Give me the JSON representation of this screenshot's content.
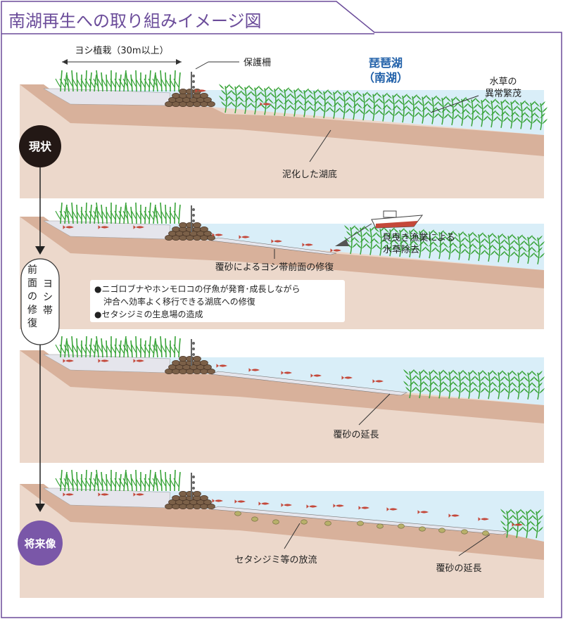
{
  "title": "南湖再生への取り組みイメージ図",
  "colors": {
    "accent": "#6b4c9a",
    "water": "#d9eef8",
    "soil": "#ecd8cb",
    "bank": "#d8b19b",
    "sand": "#e5e5ec",
    "plant": "#3aa43a",
    "fish": "#c4483a",
    "stone": "#7b6048",
    "lake_label": "#1f5fa8"
  },
  "lake_name": {
    "line1": "琵琶湖",
    "line2": "（南湖）"
  },
  "panel1": {
    "reed_planting": "ヨシ植栽（30m以上）",
    "fence": "保護柵",
    "weeds_line1": "水草の",
    "weeds_line2": "異常繁茂",
    "mud": "泥化した湖底"
  },
  "panel2": {
    "removal_line1": "貝曳き漁業による",
    "removal_line2": "水草除去",
    "sand_repair": "覆砂によるヨシ帯前面の修復",
    "note_line1": "●ニゴロブナやホンモロコの仔魚が発育･成長しながら",
    "note_line2": "沖合へ効率よく移行できる湖底への修復",
    "note_line3": "●セタシジミの生息場の造成"
  },
  "panel3": {
    "sand_extend": "覆砂の延長"
  },
  "panel4": {
    "clam_release": "セタシジミ等の放流",
    "sand_extend": "覆砂の延長"
  },
  "timeline": {
    "current": "現状",
    "middle": [
      "前",
      "面",
      "の",
      "修",
      "復"
    ],
    "middle_right": [
      "ヨ",
      "シ",
      "帯"
    ],
    "future": "将来像"
  }
}
